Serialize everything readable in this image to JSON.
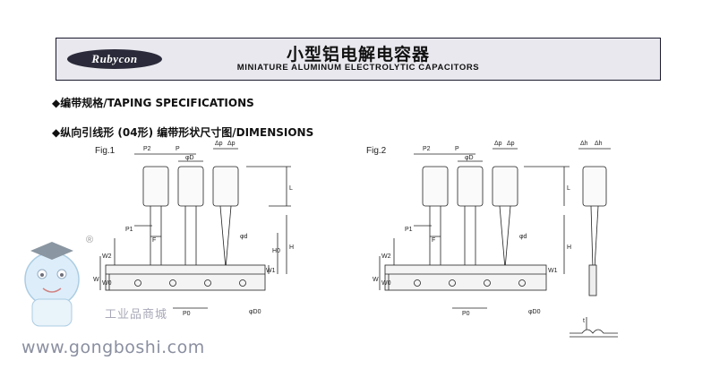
{
  "header": {
    "logo_text": "Rubycon",
    "title_cn": "小型铝电解电容器",
    "title_en": "MINIATURE ALUMINUM ELECTROLYTIC CAPACITORS"
  },
  "sections": {
    "taping": "◆编带规格/TAPING SPECIFICATIONS",
    "dimensions": "◆纵向引线形 (04形) 编带形状尺寸图/DIMENSIONS"
  },
  "figures": {
    "fig1": {
      "label": "Fig.1",
      "labels": [
        "P2",
        "P",
        "φD",
        "Δp",
        "Δp",
        "L",
        "P1",
        "F",
        "φd",
        "H",
        "H0",
        "W2",
        "W",
        "W0",
        "W1",
        "P0",
        "φD0"
      ]
    },
    "fig2": {
      "label": "Fig.2",
      "labels": [
        "P2",
        "P",
        "φD",
        "Δp",
        "Δp",
        "Δh",
        "Δh",
        "L",
        "P1",
        "F",
        "φd",
        "H",
        "W2",
        "W",
        "W0",
        "W1",
        "P0",
        "φD0",
        "t"
      ]
    }
  },
  "watermark": {
    "registered": "®",
    "store": "工业品商城",
    "url": "www.gongboshi.com"
  },
  "colors": {
    "header_bg": "#e8e8ee",
    "ink": "#222222",
    "logo_bg": "#2a2a3a",
    "watermark": "#8a8fa0"
  }
}
